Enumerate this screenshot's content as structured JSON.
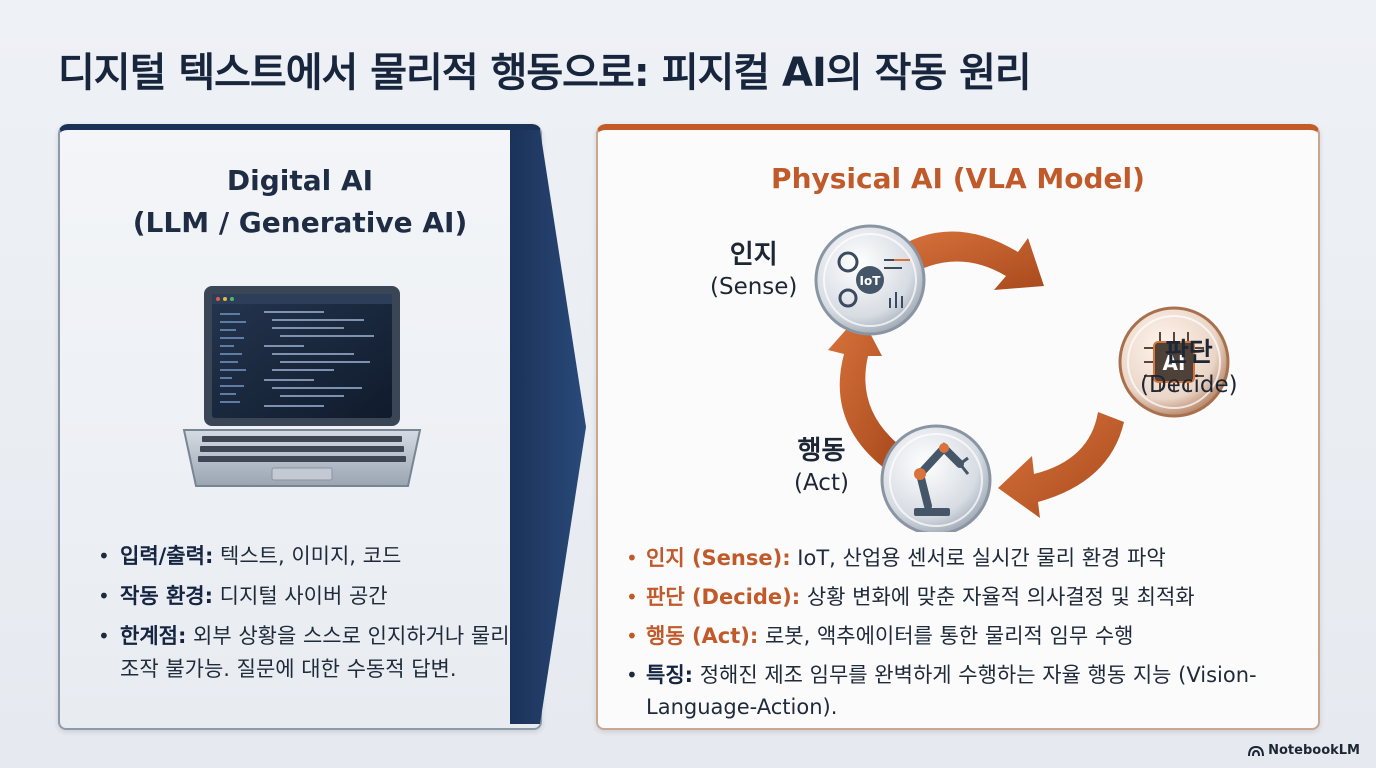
{
  "title": "디지털 텍스트에서 물리적 행동으로: 피지컬 AI의 작동 원리",
  "digital": {
    "title_line1": "Digital AI",
    "title_line2": "(LLM / Generative AI)",
    "bullets": [
      {
        "label": "입력/출력:",
        "text": " 텍스트, 이미지, 코드"
      },
      {
        "label": "작동 환경:",
        "text": " 디지털 사이버 공간"
      },
      {
        "label": "한계점:",
        "text": " 외부 상황을 스스로 인지하거나 물리적 조작 불가능. 질문에 대한 수동적 답변."
      }
    ]
  },
  "physical": {
    "title": "Physical AI (VLA Model)",
    "stages": {
      "sense": {
        "ko": "인지",
        "en": "(Sense)",
        "icon": "iot-gear-icon",
        "badge": "IoT"
      },
      "decide": {
        "ko": "판단",
        "en": "(Decide)",
        "icon": "ai-chip-icon",
        "badge": "AI"
      },
      "act": {
        "ko": "행동",
        "en": "(Act)",
        "icon": "robot-arm-icon"
      }
    },
    "bullets": [
      {
        "label": "인지 (Sense):",
        "text": " IoT, 산업용 센서로 실시간 물리 환경 파악"
      },
      {
        "label": "판단 (Decide):",
        "text": " 상황 변화에 맞춘 자율적 의사결정 및 최적화"
      },
      {
        "label": "행동 (Act):",
        "text": " 로봇, 액추에이터를 통한 물리적 임무 수행"
      },
      {
        "label": "특징:",
        "text": " 정해진 제조 임무를 완벽하게 수행하는 자율 행동 지능 (Vision-Language-Action)."
      }
    ]
  },
  "brand": "NotebookLM",
  "colors": {
    "navy": "#1b3258",
    "orange": "#c45a28",
    "arrow": "#c9602c"
  }
}
